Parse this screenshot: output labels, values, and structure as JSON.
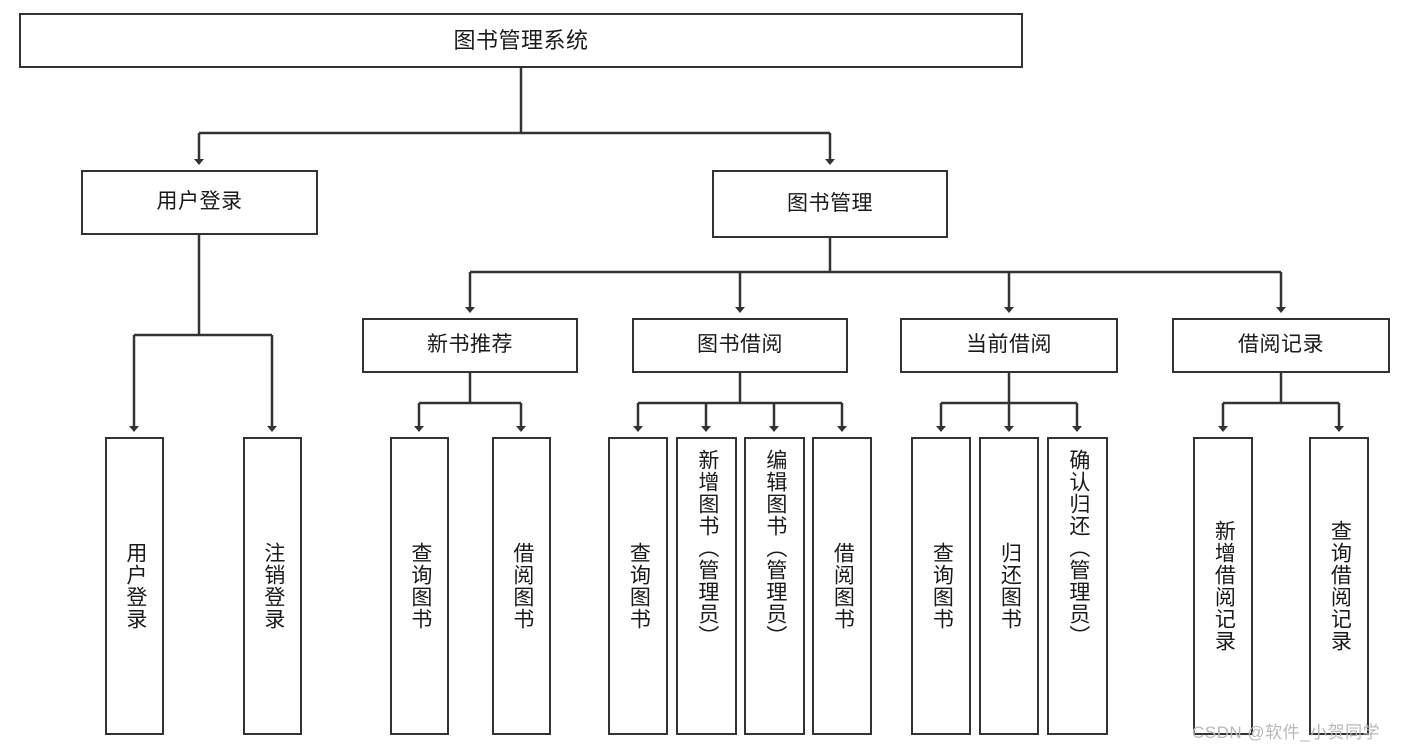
{
  "diagram": {
    "type": "tree-hierarchy-chart",
    "title": "图书管理系统",
    "root": {
      "id": "root",
      "label": "图书管理系统"
    },
    "level1": [
      {
        "id": "user-login",
        "label": "用户登录"
      },
      {
        "id": "book-manage",
        "label": "图书管理"
      }
    ],
    "level2": [
      {
        "id": "new-book-recommend",
        "label": "新书推荐",
        "parent": "book-manage"
      },
      {
        "id": "book-borrow",
        "label": "图书借阅",
        "parent": "book-manage"
      },
      {
        "id": "current-borrow",
        "label": "当前借阅",
        "parent": "book-manage"
      },
      {
        "id": "borrow-record",
        "label": "借阅记录",
        "parent": "book-manage"
      }
    ],
    "leaves": [
      {
        "id": "leaf-user-login",
        "label": "用户登录",
        "parent": "user-login"
      },
      {
        "id": "leaf-logout",
        "label": "注销登录",
        "parent": "user-login"
      },
      {
        "id": "leaf-query-book-1",
        "label": "查询图书",
        "parent": "new-book-recommend"
      },
      {
        "id": "leaf-borrow-book-1",
        "label": "借阅图书",
        "parent": "new-book-recommend"
      },
      {
        "id": "leaf-query-book-2",
        "label": "查询图书",
        "parent": "book-borrow"
      },
      {
        "id": "leaf-add-book",
        "label": "新增图书（管理员）",
        "parent": "book-borrow"
      },
      {
        "id": "leaf-edit-book",
        "label": "编辑图书（管理员）",
        "parent": "book-borrow"
      },
      {
        "id": "leaf-borrow-book-2",
        "label": "借阅图书",
        "parent": "book-borrow"
      },
      {
        "id": "leaf-query-book-3",
        "label": "查询图书",
        "parent": "current-borrow"
      },
      {
        "id": "leaf-return-book",
        "label": "归还图书",
        "parent": "current-borrow"
      },
      {
        "id": "leaf-confirm-return",
        "label": "确认归还（管理员）",
        "parent": "current-borrow"
      },
      {
        "id": "leaf-add-record",
        "label": "新增借阅记录",
        "parent": "borrow-record"
      },
      {
        "id": "leaf-query-record",
        "label": "查询借阅记录",
        "parent": "borrow-record"
      }
    ],
    "colors": {
      "stroke": "#333333",
      "fill": "#ffffff",
      "text": "#1a1a1a",
      "watermark": "#b9b9b9"
    }
  },
  "watermark": {
    "text": "CSDN @软件_小贺同学"
  }
}
